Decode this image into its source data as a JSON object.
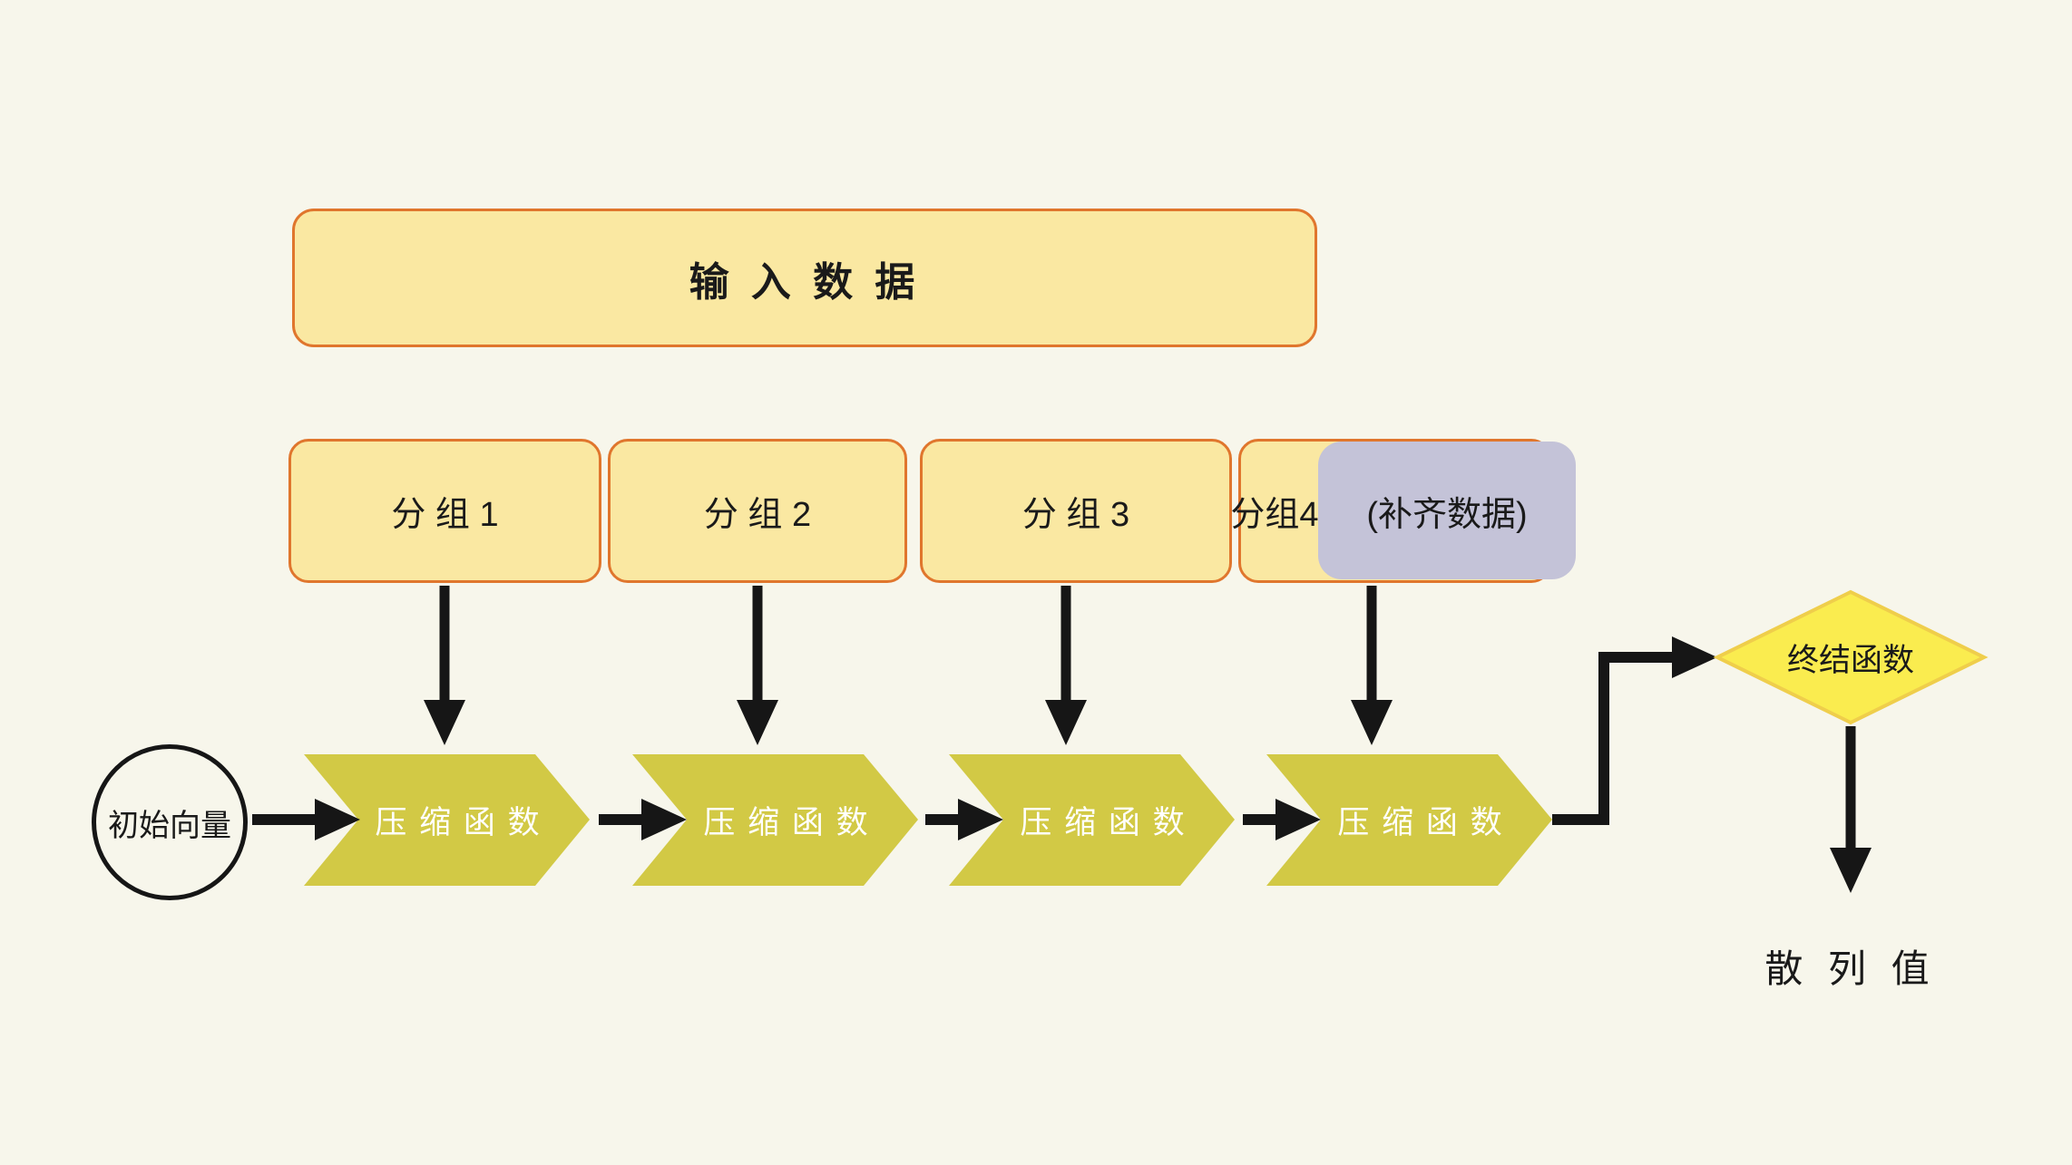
{
  "diagram": {
    "title_semantic": "merkle-damgard-hash-flow",
    "colors": {
      "background": "#F7F6EB",
      "box_fill": "#FAE8A2",
      "box_border": "#E0762D",
      "padding_box_fill": "#C4C3D8",
      "chevron_fill": "#D2C945",
      "diamond_fill": "#FAEC4F",
      "diamond_border": "#EFCE4B",
      "line_color": "#161616",
      "chevron_text": "#FFFFFF"
    },
    "input_box": {
      "label": "输 入 数 据"
    },
    "groups": [
      {
        "label": "分 组 1"
      },
      {
        "label": "分 组 2"
      },
      {
        "label": "分 组 3"
      },
      {
        "label": "分组4"
      }
    ],
    "padding_box": {
      "label": "(补齐数据)"
    },
    "initial_vector": {
      "label": "初始向量"
    },
    "compression_functions": [
      {
        "label": "压 缩 函 数"
      },
      {
        "label": "压 缩 函 数"
      },
      {
        "label": "压 缩 函 数"
      },
      {
        "label": "压 缩 函 数"
      }
    ],
    "final_function": {
      "label": "终结函数"
    },
    "hash_value": {
      "label": "散 列 值"
    }
  }
}
